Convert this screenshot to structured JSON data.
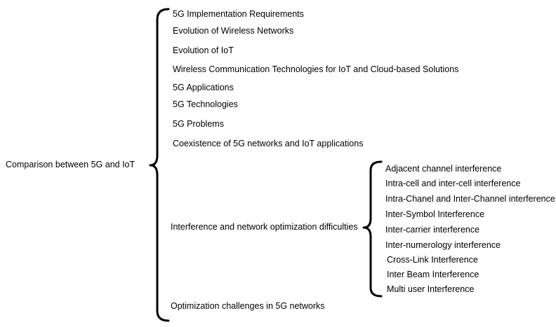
{
  "root": {
    "label": "Comparison between 5G and IoT"
  },
  "topics": [
    "5G Implementation Requirements",
    "Evolution of Wireless Networks",
    "Evolution of IoT",
    "Wireless Communication Technologies for IoT and Cloud-based Solutions",
    "5G Applications",
    "5G Technologies",
    "5G Problems",
    "Coexistence of 5G networks and IoT applications",
    "Interference and network optimization difficulties",
    "Optimization challenges in 5G networks"
  ],
  "subtopics": [
    "Adjacent channel interference",
    "Intra-cell and inter-cell interference",
    "Intra-Chanel and Inter-Channel interference",
    "Inter-Symbol Interference",
    "Inter-carrier interference",
    "Inter-numerology interference",
    "Cross-Link Interference",
    "Inter Beam Interference",
    "Multi user Interference"
  ]
}
